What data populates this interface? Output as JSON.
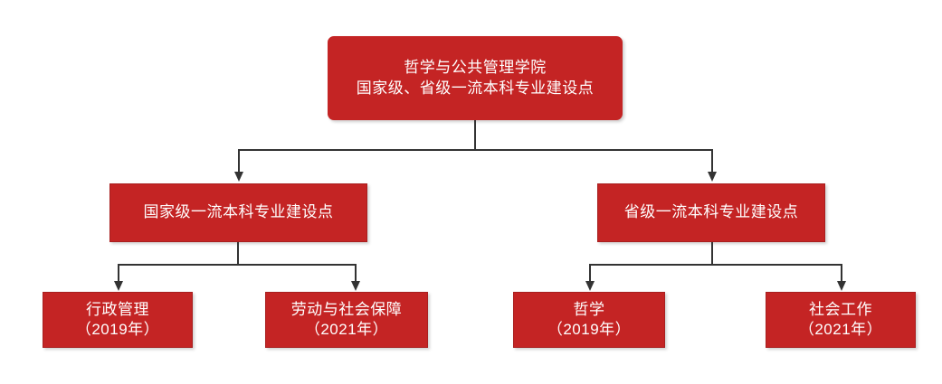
{
  "diagram": {
    "type": "organization-chart",
    "title": "哲学与公共管理学院 国家级、省级一流本科专业建设点",
    "colors": {
      "node_fill": "#c42424",
      "node_border": "#a81f1f",
      "node_text": "#ffffff",
      "connector": "#333333",
      "background": "#ffffff"
    },
    "root": {
      "line1": "哲学与公共管理学院",
      "line2": "国家级、省级一流本科专业建设点"
    },
    "branches": [
      {
        "label": "国家级一流本科专业建设点",
        "children": [
          {
            "name": "行政管理",
            "year": "（2019年）"
          },
          {
            "name": "劳动与社会保障",
            "year": "（2021年）"
          }
        ]
      },
      {
        "label": "省级一流本科专业建设点",
        "children": [
          {
            "name": "哲学",
            "year": "（2019年）"
          },
          {
            "name": "社会工作",
            "year": "（2021年）"
          }
        ]
      }
    ]
  }
}
